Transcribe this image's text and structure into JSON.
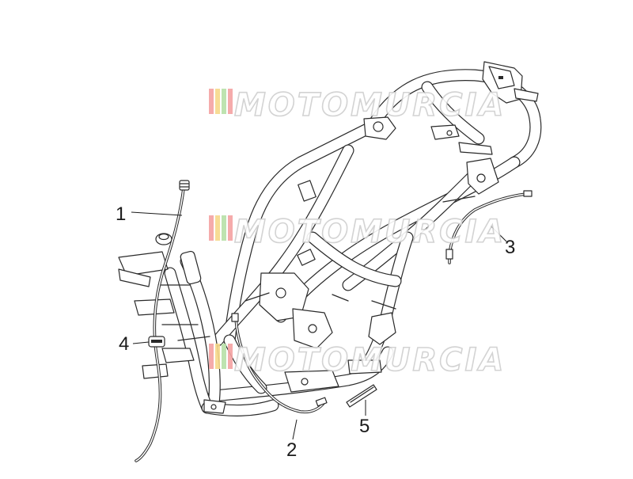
{
  "diagram": {
    "callouts": [
      {
        "label": "1",
        "part": "cable"
      },
      {
        "label": "2",
        "part": "cable"
      },
      {
        "label": "3",
        "part": "cable"
      },
      {
        "label": "4",
        "part": "clip"
      },
      {
        "label": "5",
        "part": "pad"
      }
    ],
    "watermark": {
      "text": "MOTOMURCIA",
      "stripe_colors": [
        "#f5a3a3",
        "#f7d98a",
        "#b7e0a8",
        "#f5a3a3"
      ]
    },
    "colors": {
      "line": "#2a2a2a",
      "background": "#ffffff"
    }
  }
}
